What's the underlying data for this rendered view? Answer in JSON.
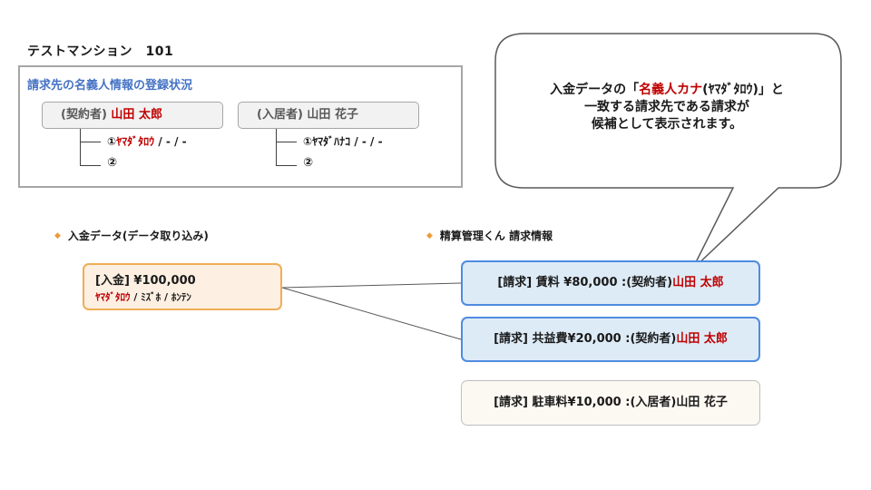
{
  "title": "テストマンション　101",
  "registration": {
    "heading": "請求先の名義人情報の登録状況",
    "contract": {
      "role": "(契約者)",
      "name": "山田 太郎",
      "kana_prefix": "①",
      "kana": "ﾔﾏﾀﾞﾀﾛｳ",
      "kana_suffix": " / - / -",
      "second": "②"
    },
    "resident": {
      "role": "(入居者)",
      "name": "山田 花子",
      "kana_line": "①ﾔﾏﾀﾞﾊﾅｺ / - / -",
      "second": "②"
    }
  },
  "callout": {
    "prefix": "入金データの「",
    "highlight": "名義人カナ",
    "middle": "(ﾔﾏﾀﾞﾀﾛｳ)」と",
    "line2": "一致する請求先である請求が",
    "line3": "候補として表示されます。"
  },
  "sections": {
    "deposit_heading": "入金データ(データ取り込み)",
    "billing_heading": "精算管理くん 請求情報"
  },
  "deposit": {
    "line1": "[入金] ¥100,000",
    "kana": "ﾔﾏﾀﾞﾀﾛｳ",
    "rest": " / ﾐｽﾞﾎ / ﾎﾝﾃﾝ"
  },
  "bills": [
    {
      "prefix": "[請求] 賃料  ¥80,000 :(契約者)",
      "name": "山田 太郎"
    },
    {
      "prefix": "[請求] 共益費¥20,000 :(契約者)",
      "name": "山田 太郎"
    },
    {
      "text": "[請求] 駐車料¥10,000 :(入居者)山田 花子"
    }
  ],
  "colors": {
    "highlight_red": "#c00000",
    "deposit_border": "#f0ad55",
    "deposit_fill": "#fdf0e2",
    "bill_border_blue": "#4f8be0",
    "bill_fill_blue": "#ddebf7",
    "heading_blue": "#4472c4",
    "bullet_orange": "#ed9c33"
  }
}
